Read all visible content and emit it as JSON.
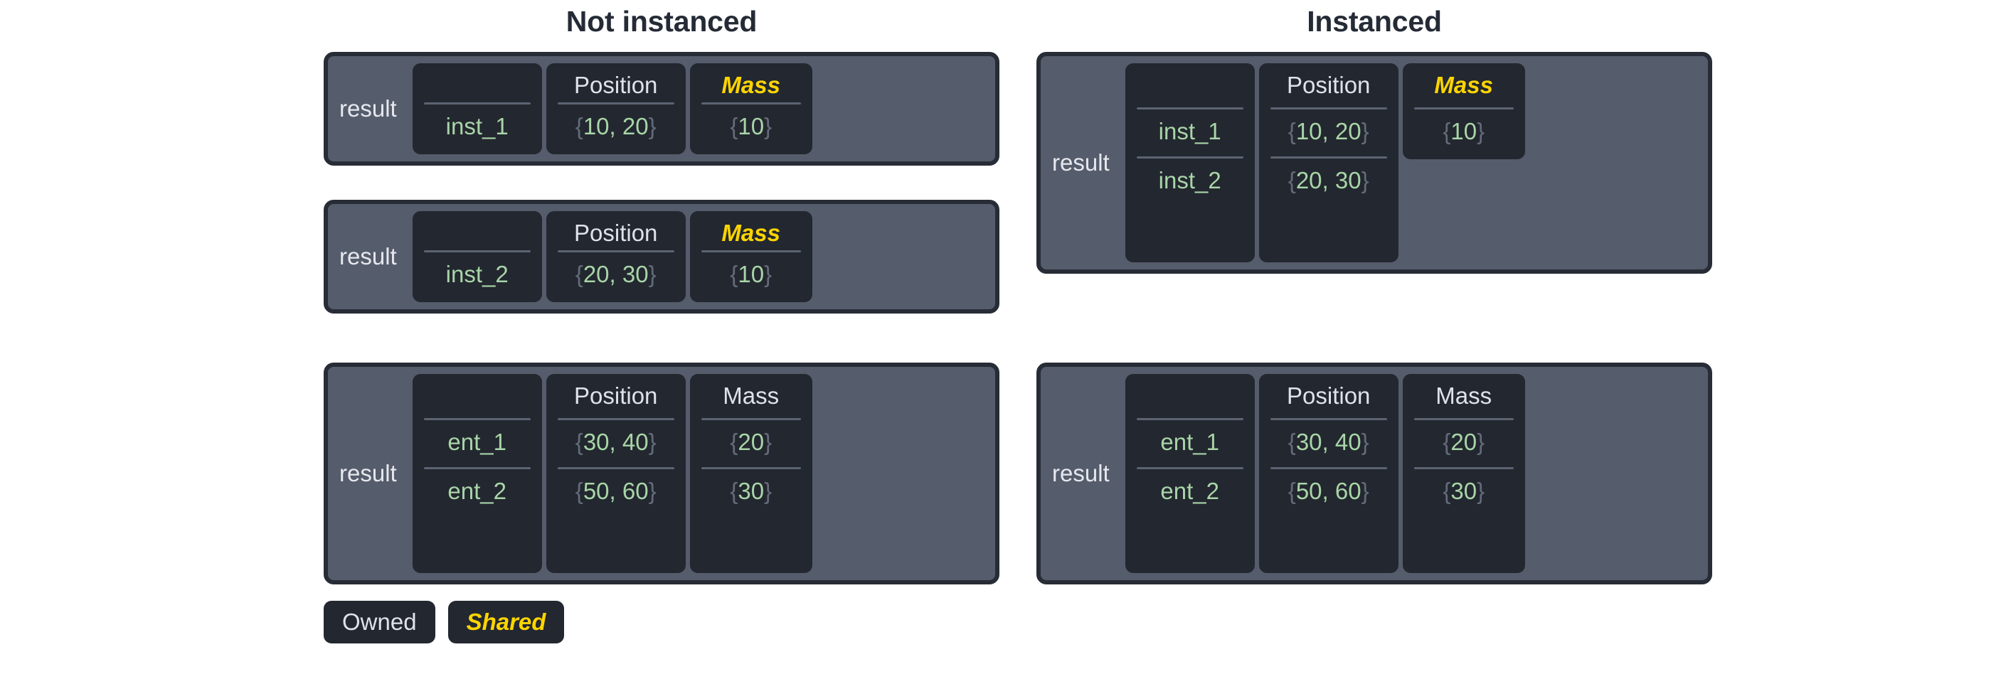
{
  "colors": {
    "page_background": "#ffffff",
    "title": "#252b36",
    "card_background": "#555c6b",
    "card_border": "#272c36",
    "panel_background": "#23272f",
    "owned_text": "#dfe2e9",
    "shared_text": "#fcd500",
    "value_text": "#a8d5a8",
    "brace_text": "#636b7a",
    "rule": "#5c6473"
  },
  "columns": [
    {
      "id": "not-instanced",
      "title": "Not instanced"
    },
    {
      "id": "instanced",
      "title": "Instanced"
    }
  ],
  "headers": {
    "name": "",
    "position": "Position",
    "mass": "Mass"
  },
  "row_label": "result",
  "not_instanced": {
    "tables": [
      {
        "label": "result",
        "headers": {
          "name": "",
          "position": "Position",
          "mass": "Mass"
        },
        "mass_shared": true,
        "mass_rows": 1,
        "rows": [
          {
            "name": "inst_1",
            "position": "{10, 20}",
            "position_values": "10, 20",
            "mass": "{10}",
            "mass_value": "10"
          }
        ]
      },
      {
        "label": "result",
        "headers": {
          "name": "",
          "position": "Position",
          "mass": "Mass"
        },
        "mass_shared": true,
        "mass_rows": 1,
        "rows": [
          {
            "name": "inst_2",
            "position": "{20, 30}",
            "position_values": "20, 30",
            "mass": "{10}",
            "mass_value": "10"
          }
        ]
      },
      {
        "label": "result",
        "headers": {
          "name": "",
          "position": "Position",
          "mass": "Mass"
        },
        "mass_shared": false,
        "mass_rows": 2,
        "rows": [
          {
            "name": "ent_1",
            "position": "{30, 40}",
            "position_values": "30, 40",
            "mass": "{20}",
            "mass_value": "20"
          },
          {
            "name": "ent_2",
            "position": "{50, 60}",
            "position_values": "50, 60",
            "mass": "{30}",
            "mass_value": "30"
          }
        ]
      }
    ]
  },
  "instanced": {
    "tables": [
      {
        "label": "result",
        "headers": {
          "name": "",
          "position": "Position",
          "mass": "Mass"
        },
        "mass_shared": true,
        "mass_rows": 1,
        "rows": [
          {
            "name": "inst_1",
            "position": "{10, 20}",
            "position_values": "10, 20",
            "mass": "{10}",
            "mass_value": "10"
          },
          {
            "name": "inst_2",
            "position": "{20, 30}",
            "position_values": "20, 30",
            "mass": "",
            "mass_value": ""
          }
        ]
      },
      {
        "label": "result",
        "headers": {
          "name": "",
          "position": "Position",
          "mass": "Mass"
        },
        "mass_shared": false,
        "mass_rows": 2,
        "rows": [
          {
            "name": "ent_1",
            "position": "{30, 40}",
            "position_values": "30, 40",
            "mass": "{20}",
            "mass_value": "20"
          },
          {
            "name": "ent_2",
            "position": "{50, 60}",
            "position_values": "50, 60",
            "mass": "{30}",
            "mass_value": "30"
          }
        ]
      }
    ]
  },
  "legend": {
    "owned": "Owned",
    "shared": "Shared"
  }
}
